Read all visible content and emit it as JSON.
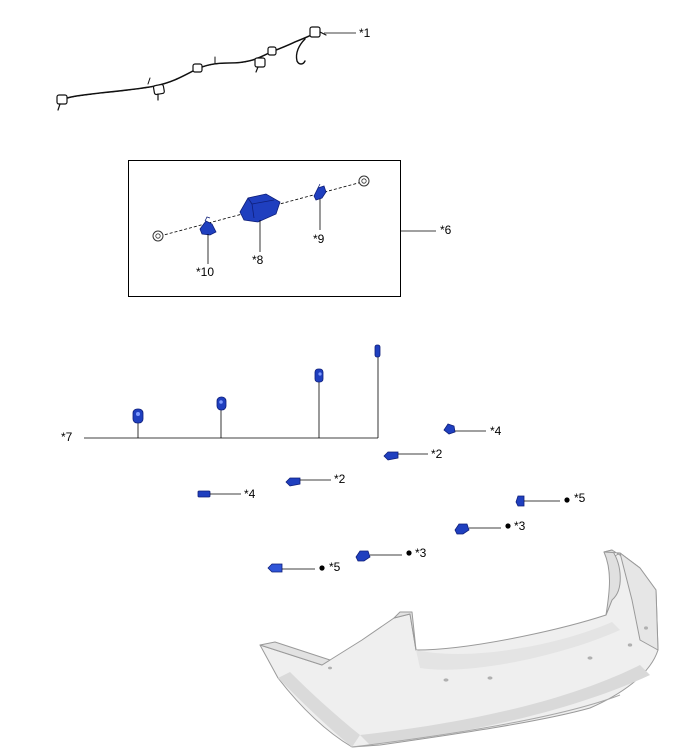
{
  "colors": {
    "part_blue": "#1f3fbf",
    "part_blue_dark": "#0f1f7a",
    "bumper_fill": "#f2f2f2",
    "bumper_edge": "#9a9a9a",
    "line": "#000000"
  },
  "callouts": {
    "c1": "*1",
    "c6": "*6",
    "c7": "*7",
    "c8": "*8",
    "c9": "*9",
    "c10": "*10",
    "c2a": "*2",
    "c2b": "*2",
    "c3a": "*3",
    "c3b": "*3",
    "c4a": "*4",
    "c4b": "*4",
    "c5a": "*5",
    "c5b": "*5"
  },
  "icons": {
    "wire_harness": "wire-harness-icon",
    "sensor": "sensor-icon",
    "bracket": "bracket-icon",
    "retainer": "retainer-icon",
    "bumper": "rear-bumper-icon",
    "bullet": "bullet-dot-icon"
  }
}
